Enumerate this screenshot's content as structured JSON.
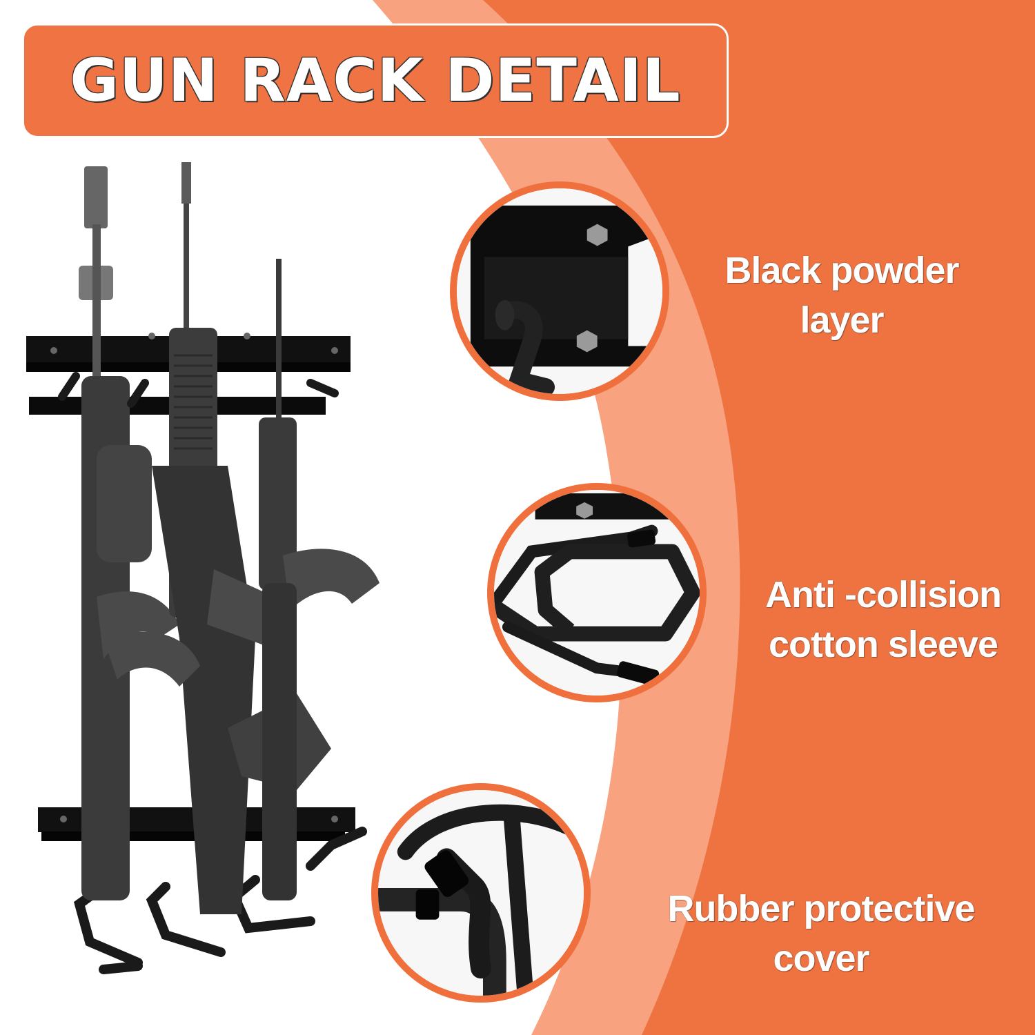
{
  "title": "GUN RACK DETAIL",
  "colors": {
    "accent": "#f07443",
    "accent_light": "#f8a27f",
    "rack": "#111111",
    "gun": "#3a3a3a"
  },
  "features": [
    {
      "line1": "Black powder",
      "line2": "layer"
    },
    {
      "line1": "Anti -collision",
      "line2": "cotton sleeve"
    },
    {
      "line1": "Rubber protective",
      "line2": "cover"
    }
  ]
}
